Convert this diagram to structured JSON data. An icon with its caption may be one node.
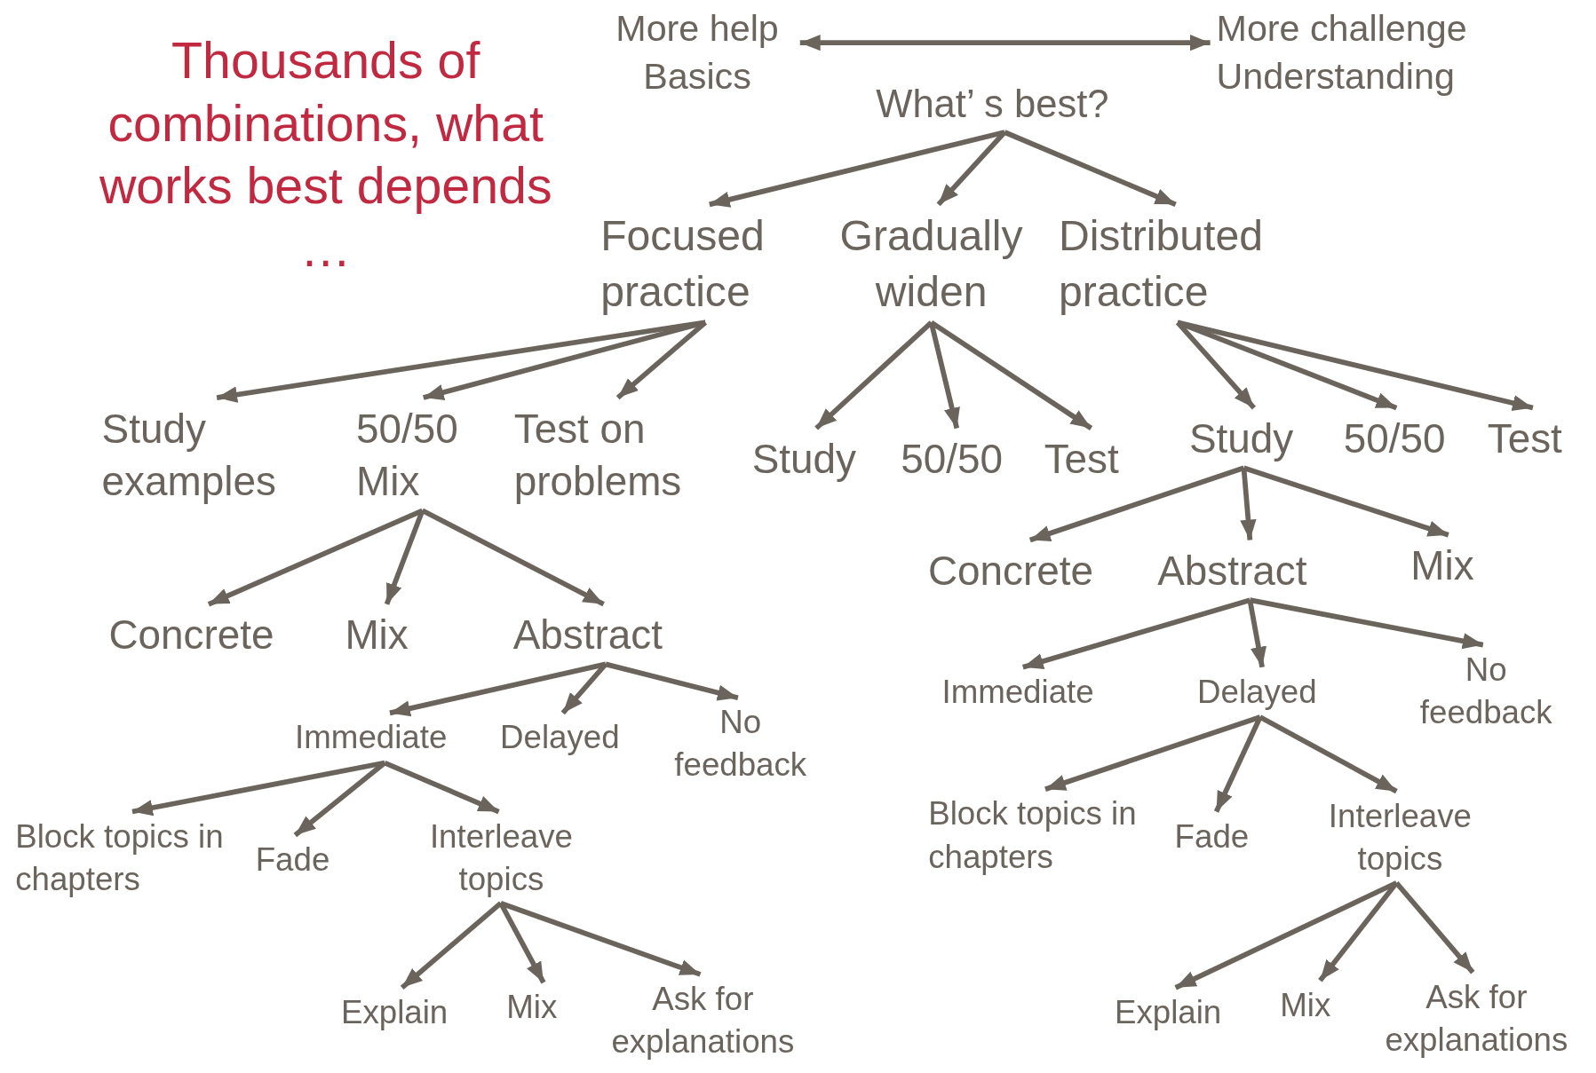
{
  "diagram": {
    "title": "Thousands of combinations, what works best depends …",
    "nodes": [
      {
        "text": [
          "More help Basics"
        ]
      },
      {
        "text": [
          "More challenge Understanding"
        ]
      },
      {
        "text": [
          "What’ s best?"
        ]
      },
      {
        "text": [
          "Focused practice"
        ]
      },
      {
        "text": [
          "Gradually widen"
        ]
      },
      {
        "text": [
          "Distributed practice"
        ]
      },
      {
        "text": [
          "Study examples"
        ]
      },
      {
        "text": [
          "50/50 Mix"
        ]
      },
      {
        "text": [
          "Test on problems"
        ]
      },
      {
        "text": [
          "Study"
        ]
      },
      {
        "text": [
          "50/50"
        ]
      },
      {
        "text": [
          "Test"
        ]
      },
      {
        "text": [
          "Study"
        ]
      },
      {
        "text": [
          "50/50"
        ]
      },
      {
        "text": [
          "Test"
        ]
      },
      {
        "text": [
          "Concrete"
        ]
      },
      {
        "text": [
          "Mix"
        ]
      },
      {
        "text": [
          "Abstract"
        ]
      },
      {
        "text": [
          "Immediate"
        ]
      },
      {
        "text": [
          "Delayed"
        ]
      },
      {
        "text": [
          "No feedback"
        ]
      },
      {
        "text": [
          "Block topics in chapters"
        ]
      },
      {
        "text": [
          "Fade"
        ]
      },
      {
        "text": [
          "Interleave topics"
        ]
      },
      {
        "text": [
          "Explain"
        ]
      },
      {
        "text": [
          "Mix"
        ]
      },
      {
        "text": [
          "Ask for explanations"
        ]
      },
      {
        "text": [
          "Concrete"
        ]
      },
      {
        "text": [
          "Abstract"
        ]
      },
      {
        "text": [
          "Mix"
        ]
      },
      {
        "text": [
          "Immediate"
        ]
      },
      {
        "text": [
          "Delayed"
        ]
      },
      {
        "text": [
          "No feedback"
        ]
      },
      {
        "text": [
          "Block topics in chapters"
        ]
      },
      {
        "text": [
          "Fade"
        ]
      },
      {
        "text": [
          "Interleave topics"
        ]
      },
      {
        "text": [
          "Explain"
        ]
      },
      {
        "text": [
          "Mix"
        ]
      },
      {
        "text": [
          "Ask for explanations"
        ]
      }
    ],
    "edges": [
      {
        "from": 0,
        "to": 1,
        "arrow": "both"
      },
      {
        "from": 2,
        "to": 3,
        "arrow": "to"
      },
      {
        "from": 2,
        "to": 4,
        "arrow": "to"
      },
      {
        "from": 2,
        "to": 5,
        "arrow": "to"
      },
      {
        "from": 3,
        "to": 6,
        "arrow": "to"
      },
      {
        "from": 3,
        "to": 7,
        "arrow": "to"
      },
      {
        "from": 3,
        "to": 8,
        "arrow": "to"
      },
      {
        "from": 4,
        "to": 9,
        "arrow": "to"
      },
      {
        "from": 4,
        "to": 10,
        "arrow": "to"
      },
      {
        "from": 4,
        "to": 11,
        "arrow": "to"
      },
      {
        "from": 5,
        "to": 12,
        "arrow": "to"
      },
      {
        "from": 5,
        "to": 13,
        "arrow": "to"
      },
      {
        "from": 5,
        "to": 14,
        "arrow": "to"
      },
      {
        "from": 7,
        "to": 15,
        "arrow": "to"
      },
      {
        "from": 7,
        "to": 16,
        "arrow": "to"
      },
      {
        "from": 7,
        "to": 17,
        "arrow": "to"
      },
      {
        "from": 17,
        "to": 18,
        "arrow": "to"
      },
      {
        "from": 17,
        "to": 19,
        "arrow": "to"
      },
      {
        "from": 17,
        "to": 20,
        "arrow": "to"
      },
      {
        "from": 18,
        "to": 21,
        "arrow": "to"
      },
      {
        "from": 18,
        "to": 22,
        "arrow": "to"
      },
      {
        "from": 18,
        "to": 23,
        "arrow": "to"
      },
      {
        "from": 23,
        "to": 24,
        "arrow": "to"
      },
      {
        "from": 23,
        "to": 25,
        "arrow": "to"
      },
      {
        "from": 23,
        "to": 26,
        "arrow": "to"
      },
      {
        "from": 12,
        "to": 27,
        "arrow": "to"
      },
      {
        "from": 12,
        "to": 28,
        "arrow": "to"
      },
      {
        "from": 12,
        "to": 29,
        "arrow": "to"
      },
      {
        "from": 28,
        "to": 30,
        "arrow": "to"
      },
      {
        "from": 28,
        "to": 31,
        "arrow": "to"
      },
      {
        "from": 28,
        "to": 32,
        "arrow": "to"
      },
      {
        "from": 31,
        "to": 33,
        "arrow": "to"
      },
      {
        "from": 31,
        "to": 34,
        "arrow": "to"
      },
      {
        "from": 31,
        "to": 35,
        "arrow": "to"
      },
      {
        "from": 35,
        "to": 36,
        "arrow": "to"
      },
      {
        "from": 35,
        "to": 37,
        "arrow": "to"
      },
      {
        "from": 35,
        "to": 38,
        "arrow": "to"
      }
    ]
  }
}
